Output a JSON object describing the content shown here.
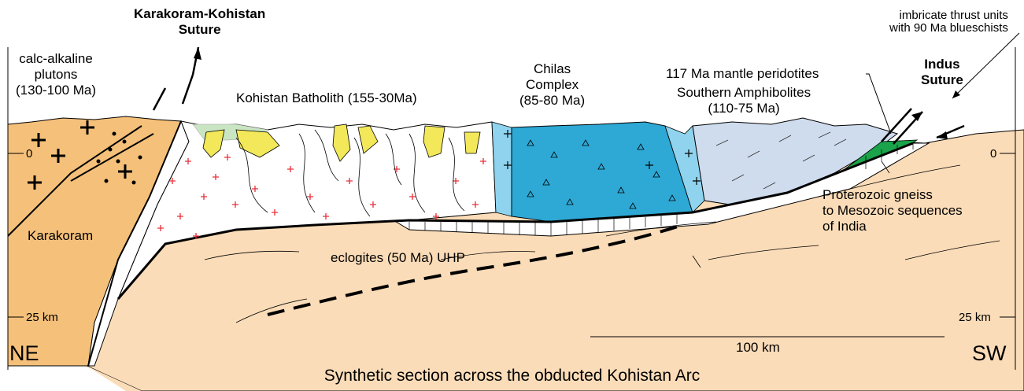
{
  "labels": {
    "karakoram_kohistan_suture": "Karakoram-Kohistan",
    "suture_word": "Suture",
    "calc_alkaline": "calc-alkaline",
    "plutons": "plutons",
    "pluton_age": "(130-100 Ma)",
    "kohistan_batholith": "Kohistan Batholith (155-30Ma)",
    "chilas_complex": "Chilas",
    "chilas_complex_2": "Complex",
    "chilas_age": "(85-80 Ma)",
    "southern_amphibolites": "Southern Amphibolites",
    "amphibolite_age": "(110-75 Ma)",
    "mantle_peridotites": "117 Ma mantle peridotites",
    "imbricate_1": "imbricate thrust units",
    "imbricate_2": "with 90 Ma blueschists",
    "indus": "Indus",
    "indus_suture": "Suture",
    "karakoram": "Karakoram",
    "proterozoic_1": "Proterozoic gneiss",
    "proterozoic_2": "to Mesozoic sequences",
    "proterozoic_3": "of India",
    "eclogites": "eclogites (50 Ma) UHP"
  },
  "axis": {
    "zero_left": "0",
    "zero_right": "0",
    "depth_left": "25 km",
    "depth_right": "25 km",
    "ne": "NE",
    "sw": "SW",
    "scale_bar": "100 km"
  },
  "caption": {
    "title": "Synthetic section across the obducted Kohistan Arc"
  },
  "colors": {
    "karakoram": "#f4c07a",
    "india": "#fbdcb8",
    "chilas": "#2ea8d4",
    "chilas_light": "#8fd3ee",
    "amphibolite": "#cfdcee",
    "green_sediment": "#c9e5c2",
    "yellow_sediment": "#f2e85a",
    "peridotite": "#1aa34a",
    "plus_red": "#e8303a"
  }
}
